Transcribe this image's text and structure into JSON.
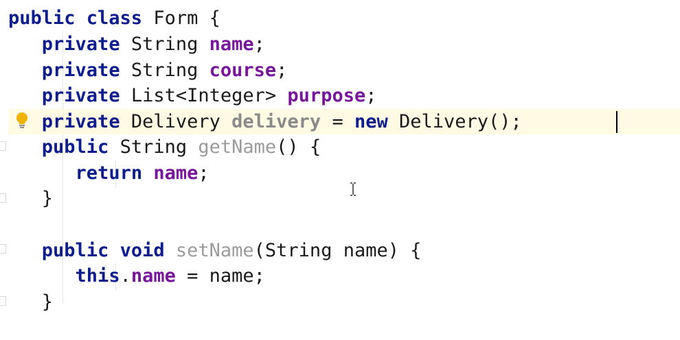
{
  "editor": {
    "language": "java",
    "highlight_color": "#fffae3",
    "colors": {
      "keyword": "#0d1d8c",
      "field": "#78179b",
      "unused_field": "#8a8a8a",
      "unused_method": "#9b9b9b",
      "text": "#1a1a1a"
    },
    "icons": [
      "lightbulb-icon",
      "text-cursor-icon"
    ],
    "lines": [
      {
        "kw1": "public class",
        "t1": " Form {"
      },
      {
        "kw1": "private",
        "t1": " String ",
        "f1": "name",
        "t2": ";"
      },
      {
        "kw1": "private",
        "t1": " String ",
        "f1": "course",
        "t2": ";"
      },
      {
        "kw1": "private",
        "t1": " List<Integer> ",
        "f1": "purpose",
        "t2": ";"
      },
      {
        "kw1": "private",
        "t1": " Delivery ",
        "f1": "delivery",
        "t2": " = ",
        "kw2": "new",
        "t3": " Delivery();"
      },
      {
        "kw1": "public",
        "t1": " String ",
        "m1": "getName",
        "t2": "() {"
      },
      {
        "kw1": "return",
        "t1": " ",
        "f1": "name",
        "t2": ";"
      },
      {
        "t1": "}"
      },
      {
        "t1": ""
      },
      {
        "kw1": "public void",
        "t1": " ",
        "m1": "setName",
        "t2": "(String name) {"
      },
      {
        "kw1": "this",
        "t1": ".",
        "f1": "name",
        "t2": " = name;"
      },
      {
        "t1": "}"
      }
    ]
  }
}
